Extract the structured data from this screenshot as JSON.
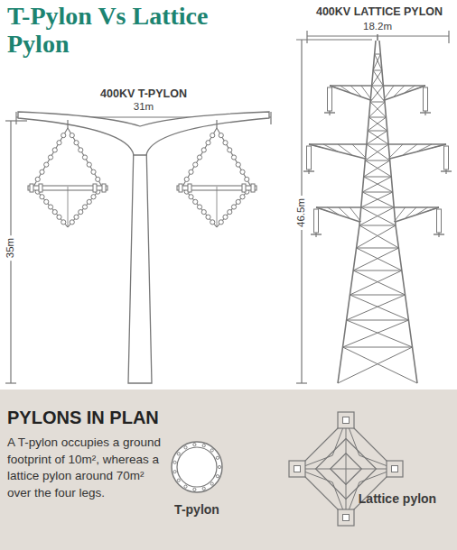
{
  "diagram": {
    "title": "T-Pylon Vs Lattice Pylon",
    "nodes": [
      {
        "text": [
          "PYLONS IN PLAN",
          "A T-pylon occupies a ground footprint of 10m², whereas a lattice pylon around 70m² over the four legs."
        ]
      }
    ],
    "labels": [
      "400KV LATTICE PYLON",
      "18.2m",
      "400KV T-PYLON",
      "31m",
      "35m",
      "46.5m",
      "T-pylon",
      "Lattice pylon"
    ]
  }
}
